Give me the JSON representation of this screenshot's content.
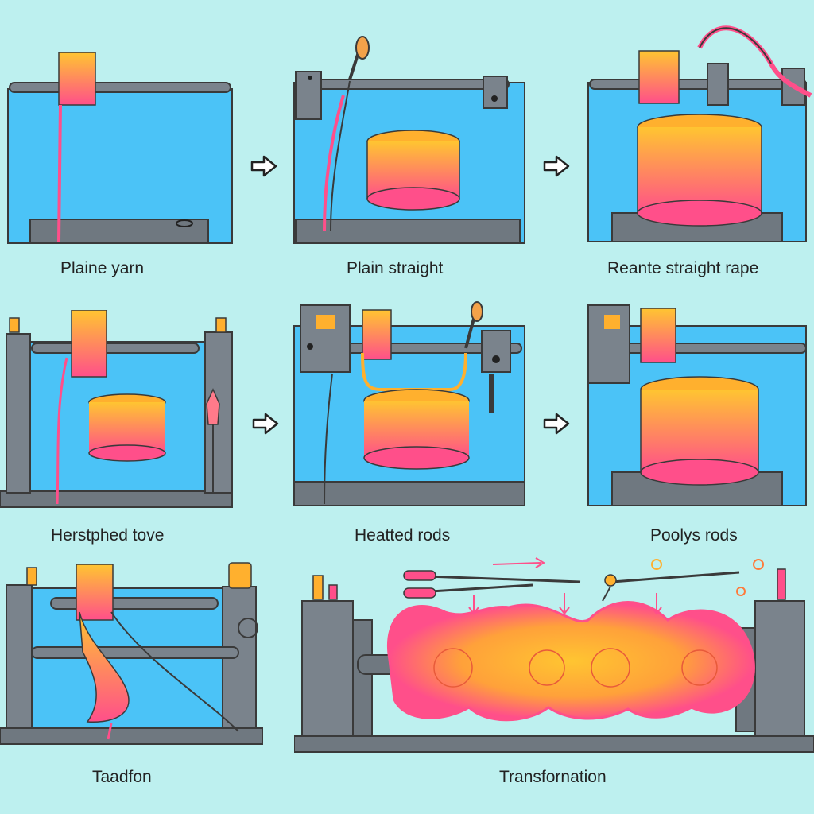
{
  "captions": {
    "p1": "Plaine yarn",
    "p2": "Plain straight",
    "p3": "Reante straight rape",
    "p4": "Herstphed tove",
    "p5": "Heatted rods",
    "p6": "Poolys rods",
    "p7": "Taadfon",
    "p8": "Transfornation"
  },
  "icons": {
    "step_arrow": "right-arrow-icon"
  },
  "colors": {
    "background": "#bdf0ef",
    "panel_blue": "#4bc3f7",
    "frame_gray": "#6f7880",
    "yarn_pink": "#ff4f8a",
    "yarn_yellow": "#ffc531",
    "outline": "#3a3a3a"
  }
}
